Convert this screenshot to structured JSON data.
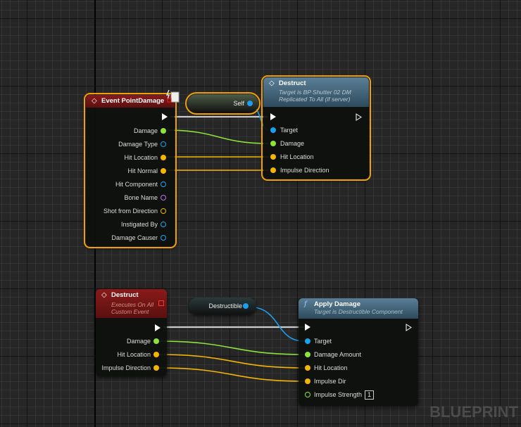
{
  "event_point_damage": {
    "title": "Event PointDamage",
    "outputs": [
      {
        "label": "Damage",
        "color": "#8ee23a",
        "hollow": false
      },
      {
        "label": "Damage Type",
        "color": "#1aa0f0",
        "hollow": true
      },
      {
        "label": "Hit Location",
        "color": "#f5b400",
        "hollow": false
      },
      {
        "label": "Hit Normal",
        "color": "#f5b400",
        "hollow": false
      },
      {
        "label": "Hit Component",
        "color": "#1aa0f0",
        "hollow": true
      },
      {
        "label": "Bone Name",
        "color": "#c070f0",
        "hollow": true
      },
      {
        "label": "Shot from Direction",
        "color": "#f5b400",
        "hollow": true
      },
      {
        "label": "Instigated By",
        "color": "#1aa0f0",
        "hollow": true
      },
      {
        "label": "Damage Causer",
        "color": "#1aa0f0",
        "hollow": true
      }
    ]
  },
  "self_node": {
    "label": "Self"
  },
  "destruct_call": {
    "title": "Destruct",
    "subtitle1": "Target is BP Shutter 02 DM",
    "subtitle2": "Replicated To All (if server)",
    "inputs": [
      {
        "label": "Target",
        "color": "#1aa0f0"
      },
      {
        "label": "Damage",
        "color": "#8ee23a"
      },
      {
        "label": "Hit Location",
        "color": "#f5b400"
      },
      {
        "label": "Impulse Direction",
        "color": "#f5b400"
      }
    ]
  },
  "destruct_event": {
    "title": "Destruct",
    "subtitle1": "Executes On All",
    "subtitle2": "Custom Event",
    "outputs": [
      {
        "label": "Damage",
        "color": "#8ee23a"
      },
      {
        "label": "Hit Location",
        "color": "#f5b400"
      },
      {
        "label": "Impulse Direction",
        "color": "#f5b400"
      }
    ]
  },
  "destructible_node": {
    "label": "Destructible"
  },
  "apply_damage": {
    "title": "Apply Damage",
    "subtitle": "Target is Destructible Component",
    "inputs": [
      {
        "label": "Target",
        "color": "#1aa0f0",
        "hollow": false
      },
      {
        "label": "Damage Amount",
        "color": "#8ee23a",
        "hollow": false
      },
      {
        "label": "Hit Location",
        "color": "#f5b400",
        "hollow": false
      },
      {
        "label": "Impulse Dir",
        "color": "#f5b400",
        "hollow": false
      },
      {
        "label": "Impulse Strength",
        "color": "#8ee23a",
        "hollow": true
      }
    ],
    "impulse_strength_value": "1"
  },
  "watermark": "BLUEPRINT"
}
